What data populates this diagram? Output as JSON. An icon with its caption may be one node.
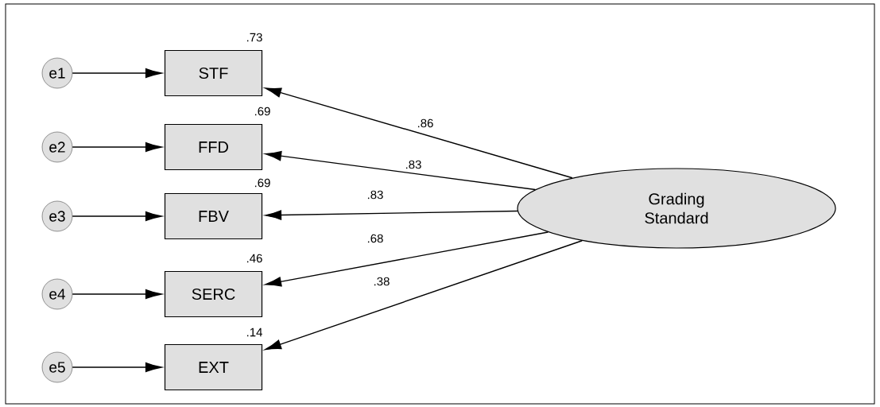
{
  "diagram": {
    "nodes": [
      {
        "text": [
          "e1"
        ]
      },
      {
        "text": [
          "STF"
        ],
        "beside": [
          ".73"
        ]
      },
      {
        "text": [
          "e2"
        ]
      },
      {
        "text": [
          "FFD"
        ],
        "beside": [
          ".69"
        ]
      },
      {
        "text": [
          "e3"
        ]
      },
      {
        "text": [
          "FBV"
        ],
        "beside": [
          ".69"
        ]
      },
      {
        "text": [
          "e4"
        ]
      },
      {
        "text": [
          "SERC"
        ],
        "beside": [
          ".46"
        ]
      },
      {
        "text": [
          "e5"
        ]
      },
      {
        "text": [
          "EXT"
        ],
        "beside": [
          ".14"
        ]
      },
      {
        "text": [
          "Grading Standard"
        ]
      }
    ],
    "edges": [
      {
        "from": 0,
        "to": 1,
        "arrow": "to"
      },
      {
        "from": 2,
        "to": 3,
        "arrow": "to"
      },
      {
        "from": 4,
        "to": 5,
        "arrow": "to"
      },
      {
        "from": 6,
        "to": 7,
        "arrow": "to"
      },
      {
        "from": 8,
        "to": 9,
        "arrow": "to"
      },
      {
        "from": 10,
        "to": 1,
        "arrow": "to",
        "label": ".86"
      },
      {
        "from": 10,
        "to": 3,
        "arrow": "to",
        "label": ".83"
      },
      {
        "from": 10,
        "to": 5,
        "arrow": "to",
        "label": ".83"
      },
      {
        "from": 10,
        "to": 7,
        "arrow": "to",
        "label": ".68"
      },
      {
        "from": 10,
        "to": 9,
        "arrow": "to",
        "label": ".38"
      }
    ]
  }
}
